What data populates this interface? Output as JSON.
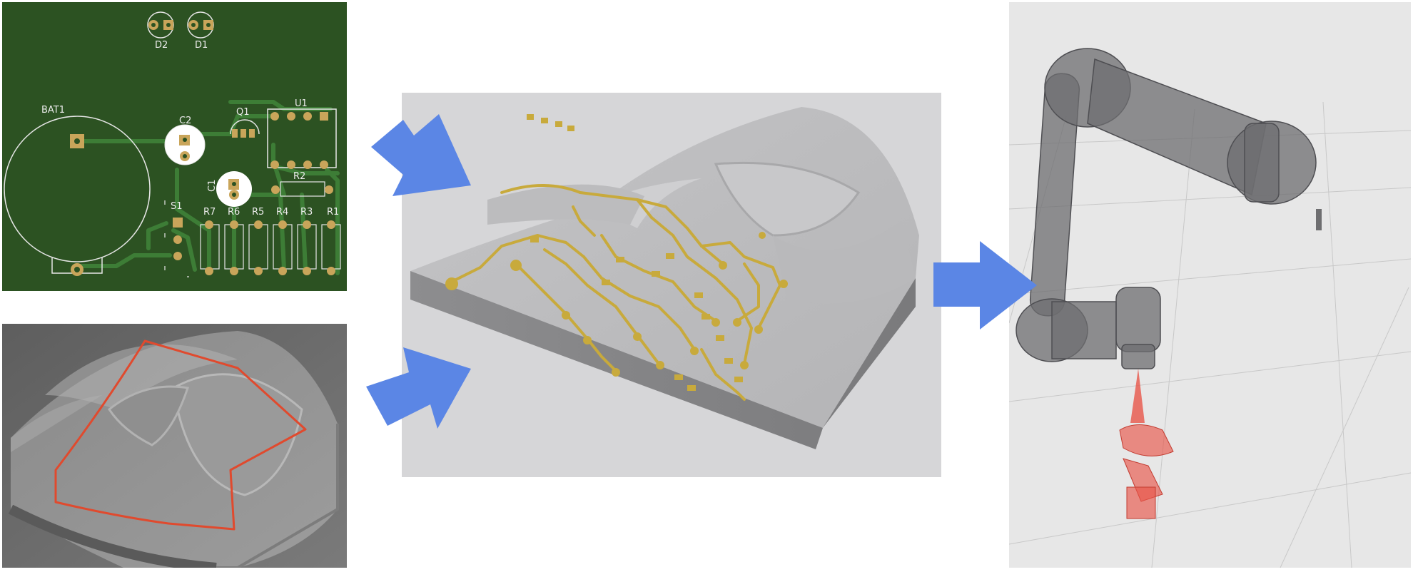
{
  "pcb": {
    "labels": {
      "d2": "D2",
      "d1": "D1",
      "bat1": "BAT1",
      "c2": "C2",
      "q1": "Q1",
      "u1": "U1",
      "r2": "R2",
      "c1": "C1",
      "s1": "S1",
      "r7": "R7",
      "r6": "R6",
      "r5": "R5",
      "r4": "R4",
      "r3": "R3",
      "r1": "R1"
    }
  },
  "colors": {
    "pcb_board": "#2c5222",
    "pad": "#c9a55a",
    "trace": "#3c7a35",
    "silkscreen": "#ececec",
    "outline_highlight": "#e04a2e",
    "printed_trace": "#c8aa3c",
    "arrow": "#5b86e5",
    "robot_link": "#7d7d7d",
    "laser_and_target": "#e8564a"
  },
  "icons": {
    "arrow_1": "arrow-right-icon",
    "arrow_2": "arrow-right-icon",
    "arrow_3": "arrow-right-icon"
  }
}
